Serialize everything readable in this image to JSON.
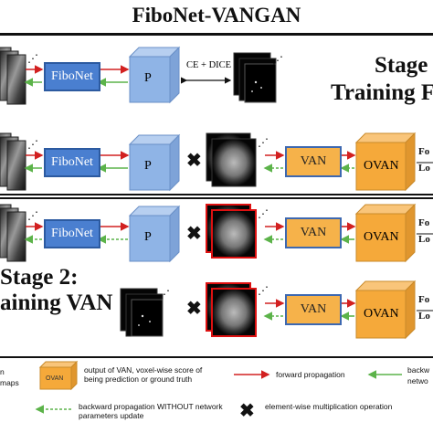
{
  "title": "FiboNet-VANGAN",
  "stage1": {
    "line1": "Stage",
    "line2": "Training F"
  },
  "stage2": {
    "line1": "Stage 2:",
    "line2": "aining VAN"
  },
  "blocks": {
    "fibonet": "FiboNet",
    "p": "P",
    "van": "VAN",
    "ovan": "OVAN",
    "loss": "CE + DICE"
  },
  "side_labels": {
    "fo": "Fo",
    "lo": "Lo"
  },
  "legend": {
    "left_frag1": "n",
    "left_frag2": "maps",
    "ovan_chip": "OVAN",
    "ovan_desc": "output of VAN, voxel-wise score of being prediction or ground truth",
    "forward": "forward propagation",
    "backward": "backw",
    "backward2": "netwo",
    "backward_noupdate": "backward propagation WITHOUT network parameters update",
    "multiply": "element-wise multiplication operation"
  },
  "colors": {
    "forward": "#d22020",
    "backward": "#5cb34a",
    "fibonet": "#4a7fd0",
    "cube": "#8fb4e6",
    "ovan": "#f5a93a"
  }
}
